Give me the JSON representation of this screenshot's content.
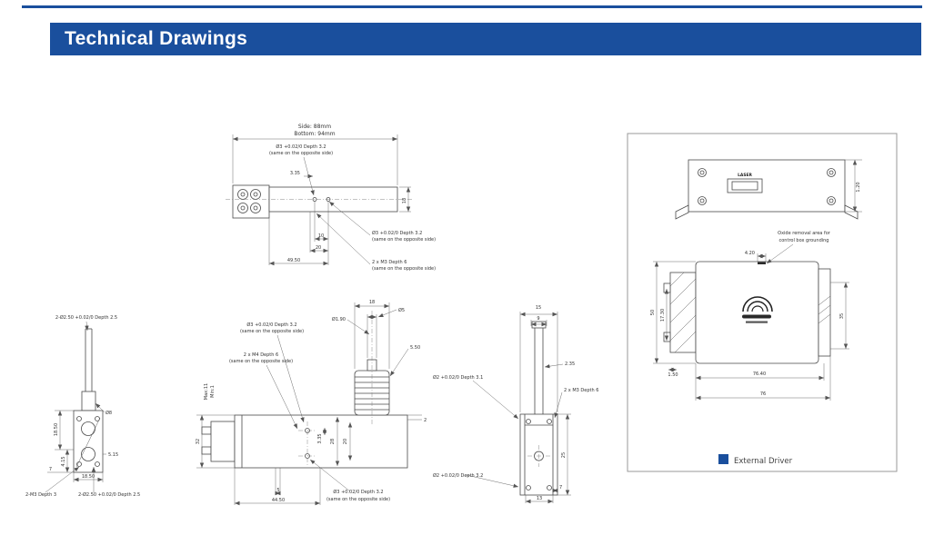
{
  "header": {
    "title": "Technical Drawings"
  },
  "colors": {
    "accent": "#1a4f9d",
    "legend_square": "#1a4f9d"
  },
  "side_view": {
    "dim_overall_side": "Side: 88mm",
    "dim_overall_bottom": "Bottom: 94mm",
    "note_hole_top": "Ø3 +0.02/0 Depth 3.2",
    "note_hole_top_2": "(same on the opposite side)",
    "dim_3_35": "3.35",
    "dim_18": "18",
    "dim_10": "10",
    "dim_20": "20",
    "dim_49_50": "49.50",
    "note_hole_right": "Ø3 +0.02/0 Depth 3.2",
    "note_hole_right_2": "(same on the opposite side)",
    "note_m3": "2 x M3 Depth 6",
    "note_m3_2": "(same on the opposite side)"
  },
  "left_view": {
    "note_top": "2-Ø2.50 +0.02/0 Depth 2.5",
    "dim_d8": "Ø8",
    "dim_18_50_left": "18.50",
    "dim_4_15": "4.15",
    "dim_7": "7",
    "dim_5_15": "5.15",
    "dim_18_50_bottom": "18.50",
    "note_m3": "2-M3 Depth 3",
    "note_bottom": "2-Ø2.50 +0.02/0 Depth 2.5"
  },
  "top_view": {
    "note_hole": "Ø3 +0.02/0 Depth 3.2",
    "note_hole_2": "(same on the opposite side)",
    "note_m4": "2 x M4 Depth 6",
    "note_m4_2": "(same on the opposite side)",
    "dim_18": "18",
    "dim_d1_90": "Ø1.90",
    "dim_d5": "Ø5",
    "dim_5_50": "5.50",
    "dim_max": "Max:11",
    "dim_min": "Min:1",
    "dim_32": "32",
    "dim_3_35": "3.35",
    "dim_28": "28",
    "dim_20": "20",
    "dim_2": "2",
    "dim_5": "5",
    "dim_44_50": "44.50",
    "note_hole_bottom": "Ø3 +0.02/0 Depth 3.2",
    "note_hole_bottom_2": "(same on the opposite side)"
  },
  "front_view": {
    "dim_15": "15",
    "dim_9": "9",
    "dim_2_35": "2.35",
    "note_hole_left": "Ø2 +0.02/0 Depth 3.1",
    "note_m3": "2 x M3 Depth 6",
    "dim_25": "25",
    "note_hole_bottom": "Ø2 +0.02/0 Depth 3.2",
    "dim_7": "7",
    "dim_13": "13"
  },
  "driver_panel": {
    "connector_label": "LASER",
    "dim_1_20": "1.20",
    "note_oxide_1": "Oxide removal area for",
    "note_oxide_2": "control box grounding",
    "dim_4_20": "4.20",
    "dim_50": "50",
    "dim_17_30": "17.30",
    "dim_1_50": "1.50",
    "dim_35": "35",
    "dim_76_40": "76.40",
    "dim_76": "76",
    "legend_label": "External Driver"
  }
}
